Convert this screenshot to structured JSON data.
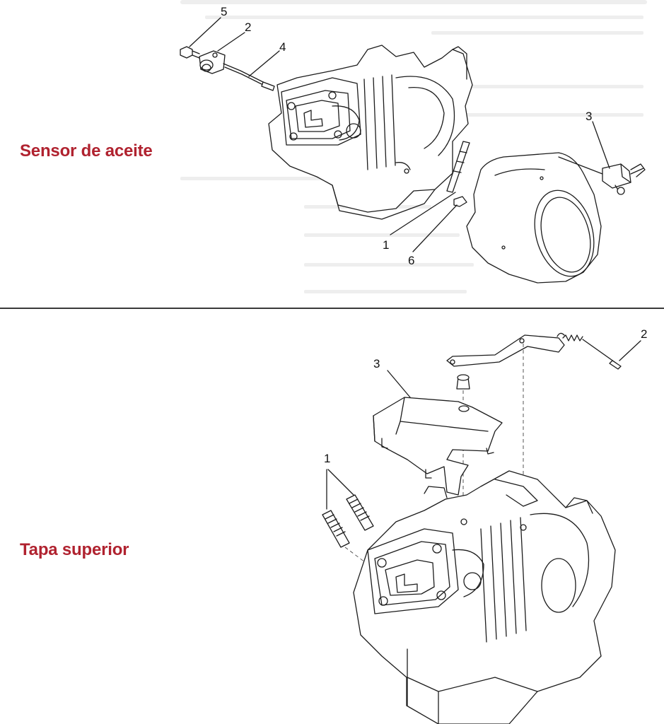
{
  "sections": {
    "top": {
      "label": "Sensor de aceite",
      "callouts": [
        "5",
        "2",
        "4",
        "3",
        "1",
        "6"
      ]
    },
    "bottom": {
      "label": "Tapa superior",
      "callouts": [
        "3",
        "2",
        "1"
      ]
    }
  },
  "colors": {
    "label": "#b0222f",
    "line": "#1c1c1c",
    "divider": "#3a3a3a"
  }
}
